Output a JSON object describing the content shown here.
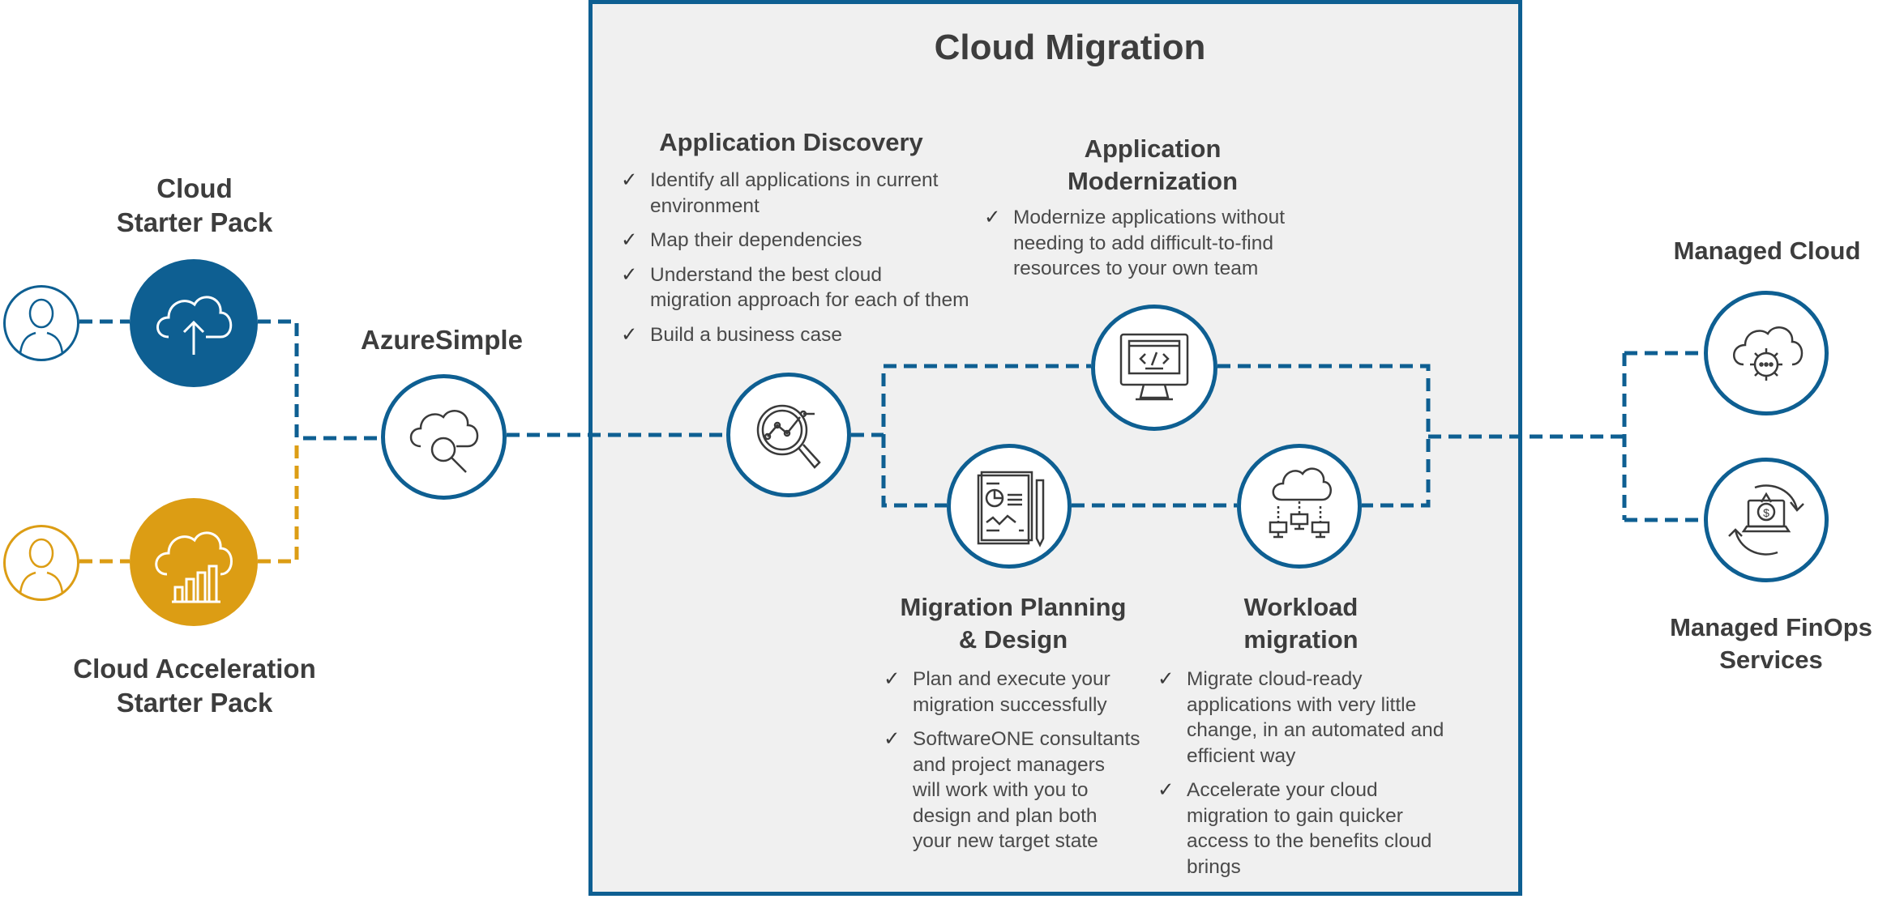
{
  "colors": {
    "blue": "#0e5f92",
    "gold": "#dc9d14",
    "panel_bg": "#f0f0f0",
    "text": "#3d3d3d"
  },
  "left": {
    "starter_pack": {
      "line1": "Cloud",
      "line2": "Starter Pack",
      "icon": "cloud-upload-icon",
      "user_icon": "user-icon"
    },
    "acceleration_pack": {
      "line1": "Cloud Acceleration",
      "line2": "Starter Pack",
      "icon": "cloud-chart-icon",
      "user_icon": "user-icon"
    },
    "azuresimple": {
      "label": "AzureSimple",
      "icon": "cloud-search-icon"
    }
  },
  "panel": {
    "title": "Cloud Migration",
    "discovery": {
      "title": "Application Discovery",
      "icon": "magnifier-analytics-icon",
      "items": [
        {
          "line1": "Identify all applications in current",
          "line2": "environment"
        },
        {
          "line1": "Map their dependencies",
          "line2": ""
        },
        {
          "line1": "Understand the best cloud",
          "line2": "migration approach for each of them"
        },
        {
          "line1": "Build a business case",
          "line2": ""
        }
      ]
    },
    "modernization": {
      "line1": "Application",
      "line2": "Modernization",
      "icon": "monitor-code-icon",
      "items": [
        {
          "line1": "Modernize applications without",
          "line2": "needing to add difficult-to-find",
          "line3": "resources to your own team"
        }
      ]
    },
    "planning": {
      "line1": "Migration Planning",
      "line2": "& Design",
      "icon": "document-report-icon",
      "items": [
        {
          "l1": "Plan and execute your",
          "l2": "migration successfully",
          "l3": "",
          "l4": "",
          "l5": ""
        },
        {
          "l1": "SoftwareONE consultants",
          "l2": "and project managers",
          "l3": "will work with you to",
          "l4": "design and plan both",
          "l5": "your new target state"
        }
      ]
    },
    "workload": {
      "line1": "Workload",
      "line2": "migration",
      "icon": "cloud-network-icon",
      "items": [
        {
          "l1": "Migrate cloud-ready",
          "l2": "applications with very little",
          "l3": "change, in an automated and",
          "l4": "efficient way"
        },
        {
          "l1": "Accelerate your cloud",
          "l2": "migration to gain quicker",
          "l3": "access to the benefits cloud",
          "l4": "brings"
        }
      ]
    }
  },
  "right": {
    "managed_cloud": {
      "label": "Managed Cloud",
      "icon": "cloud-gear-icon"
    },
    "finops": {
      "line1": "Managed FinOps",
      "line2": "Services",
      "icon": "laptop-money-cycle-icon"
    }
  },
  "check_glyph": "✓"
}
